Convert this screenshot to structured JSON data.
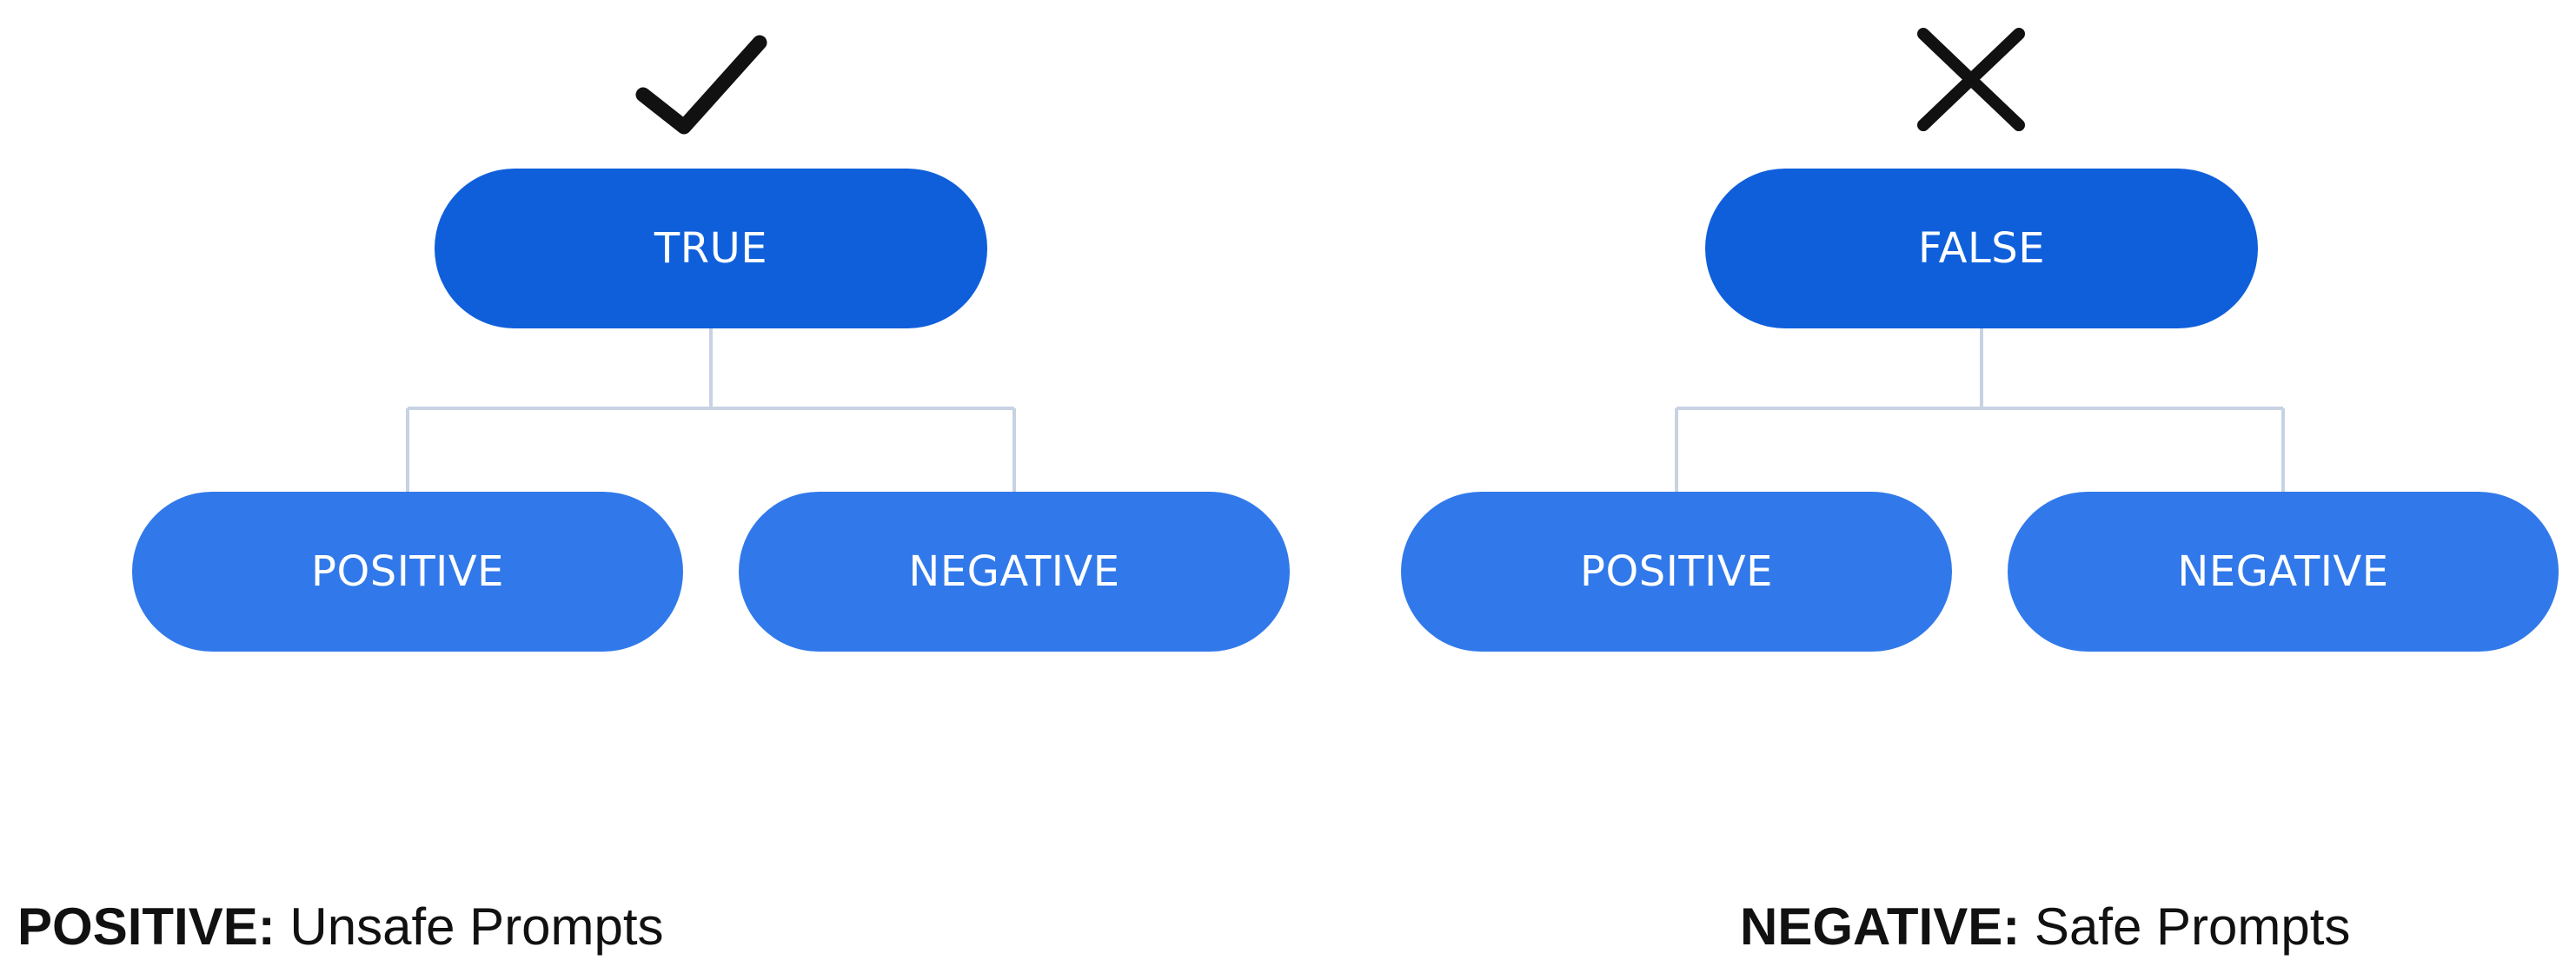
{
  "icons": {
    "check": "check-icon",
    "cross": "cross-icon"
  },
  "colors": {
    "root_fill": "#0f5fdb",
    "child_fill": "#3179ea",
    "connector": "#c7d2e3",
    "text_on_pill": "#ffffff",
    "icon": "#111111"
  },
  "left_tree": {
    "root_label": "TRUE",
    "children": [
      {
        "label": "POSITIVE"
      },
      {
        "label": "NEGATIVE"
      }
    ]
  },
  "right_tree": {
    "root_label": "FALSE",
    "children": [
      {
        "label": "POSITIVE"
      },
      {
        "label": "NEGATIVE"
      }
    ]
  },
  "legend": {
    "positive": {
      "term": "POSITIVE:",
      "desc": "Unsafe Prompts"
    },
    "negative": {
      "term": "NEGATIVE:",
      "desc": "Safe Prompts"
    }
  }
}
